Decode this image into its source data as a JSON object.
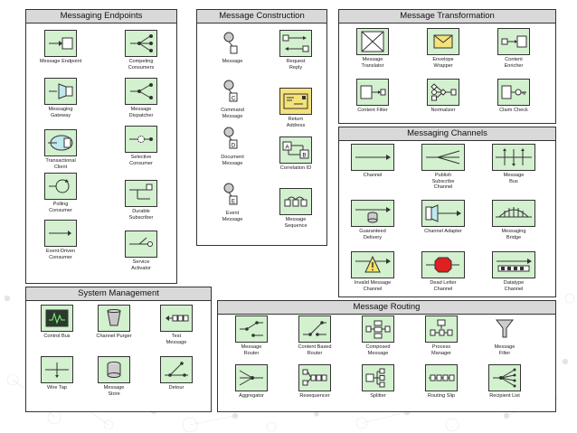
{
  "panels": {
    "endpoints": {
      "title": "Messaging Endpoints",
      "items": [
        {
          "label": "Message Endpoint",
          "icon": "endpoint-icon"
        },
        {
          "label": "Competing\nConsumers",
          "icon": "competing-consumers-icon"
        },
        {
          "label": "Messaging\nGateway",
          "icon": "gateway-icon"
        },
        {
          "label": "Message\nDispatcher",
          "icon": "dispatcher-icon"
        },
        {
          "label": "Transactional\nClient",
          "icon": "transactional-client-icon"
        },
        {
          "label": "Selective\nConsumer",
          "icon": "selective-consumer-icon"
        },
        {
          "label": "Polling\nConsumer",
          "icon": "polling-consumer-icon"
        },
        {
          "label": "Durable\nSubscriber",
          "icon": "durable-subscriber-icon"
        },
        {
          "label": "Event-Driven\nConsumer",
          "icon": "event-driven-consumer-icon"
        },
        {
          "label": "Service\nActivator",
          "icon": "service-activator-icon"
        }
      ]
    },
    "construction": {
      "title": "Message Construction",
      "items": [
        {
          "label": "Message",
          "icon": "message-icon"
        },
        {
          "label": "Request\nReply",
          "icon": "request-reply-icon"
        },
        {
          "label": "Command\nMessage",
          "icon": "command-message-icon"
        },
        {
          "label": "Return\nAddress",
          "icon": "return-address-icon"
        },
        {
          "label": "Document\nMessage",
          "icon": "document-message-icon"
        },
        {
          "label": "Correlation ID",
          "icon": "correlation-id-icon"
        },
        {
          "label": "Event\nMessage",
          "icon": "event-message-icon"
        },
        {
          "label": "Message\nSequence",
          "icon": "message-sequence-icon"
        }
      ],
      "glyphs": {
        "command": "C",
        "document": "D",
        "event": "E",
        "corr_a": "A",
        "corr_b": "B"
      }
    },
    "transformation": {
      "title": "Message Transformation",
      "items": [
        {
          "label": "Message\nTranslator",
          "icon": "translator-icon"
        },
        {
          "label": "Envelope\nWrapper",
          "icon": "envelope-icon"
        },
        {
          "label": "Content\nEnricher",
          "icon": "enricher-icon"
        },
        {
          "label": "Content Filter",
          "icon": "content-filter-icon"
        },
        {
          "label": "Normalizer",
          "icon": "normalizer-icon"
        },
        {
          "label": "Claim Check",
          "icon": "claim-check-icon"
        }
      ]
    },
    "channels": {
      "title": "Messaging Channels",
      "items": [
        {
          "label": "Channel",
          "icon": "channel-icon"
        },
        {
          "label": "Publish\nSubscribe\nChannel",
          "icon": "publish-subscribe-icon"
        },
        {
          "label": "Message\nBus",
          "icon": "message-bus-icon"
        },
        {
          "label": "Guaranteed\nDelivery",
          "icon": "guaranteed-delivery-icon"
        },
        {
          "label": "Channel Adapter",
          "icon": "channel-adapter-icon"
        },
        {
          "label": "Messaging\nBridge",
          "icon": "bridge-icon"
        },
        {
          "label": "Invalid Message\nChannel",
          "icon": "invalid-message-icon"
        },
        {
          "label": "Dead Letter\nChannel",
          "icon": "dead-letter-icon"
        },
        {
          "label": "Datatype\nChannel",
          "icon": "datatype-channel-icon"
        }
      ]
    },
    "management": {
      "title": "System Management",
      "items": [
        {
          "label": "Control Bus",
          "icon": "control-bus-icon"
        },
        {
          "label": "Channel Purger",
          "icon": "channel-purger-icon"
        },
        {
          "label": "Test\nMessage",
          "icon": "test-message-icon"
        },
        {
          "label": "Wire Tap",
          "icon": "wire-tap-icon"
        },
        {
          "label": "Message\nStore",
          "icon": "message-store-icon"
        },
        {
          "label": "Detour",
          "icon": "detour-icon"
        }
      ]
    },
    "routing": {
      "title": "Message Routing",
      "items": [
        {
          "label": "Message\nRouter",
          "icon": "router-icon"
        },
        {
          "label": "Content Based\nRouter",
          "icon": "content-based-router-icon"
        },
        {
          "label": "Composed\nMessage",
          "icon": "composed-message-icon"
        },
        {
          "label": "Process\nManager",
          "icon": "process-manager-icon"
        },
        {
          "label": "Message\nFilter",
          "icon": "message-filter-icon"
        },
        {
          "label": "Aggregator",
          "icon": "aggregator-icon"
        },
        {
          "label": "Resequencer",
          "icon": "resequencer-icon"
        },
        {
          "label": "Splitter",
          "icon": "splitter-icon"
        },
        {
          "label": "Routing Slip",
          "icon": "routing-slip-icon"
        },
        {
          "label": "Recipient List",
          "icon": "recipient-list-icon"
        }
      ]
    }
  },
  "colors": {
    "icon_fill": "#d3f0cf",
    "header_fill": "#d9d9d9",
    "envelope": "#f4e27a",
    "dead_letter": "#e02020",
    "warning": "#f7e36a"
  }
}
